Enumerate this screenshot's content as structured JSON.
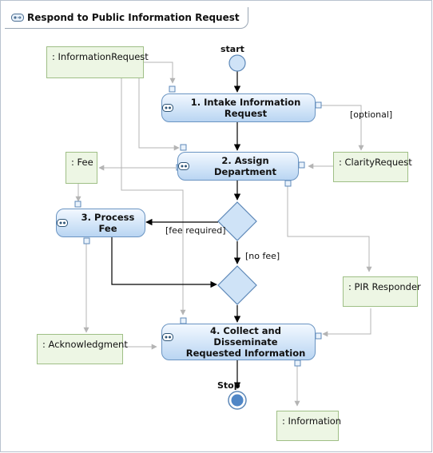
{
  "diagram": {
    "title": "Respond to Public Information Request",
    "start_label": "start",
    "stop_label": "Stop",
    "actions": {
      "intake": "1. Intake Information Request",
      "assign": "2. Assign Department",
      "fee": "3. Process Fee",
      "collect_line1": "4. Collect and Disseminate",
      "collect_line2": "Requested Information"
    },
    "objects": {
      "information_request": ": InformationRequest",
      "fee": ": Fee",
      "clarity_request": ": ClarityRequest",
      "pir_responder": ": PIR Responder",
      "acknowledgment": ": Acknowledgment",
      "information": ": Information"
    },
    "guards": {
      "optional": "[optional]",
      "fee_required": "[fee required]",
      "no_fee": "[no fee]"
    },
    "colors": {
      "action_fill_top": "#f2f8ff",
      "action_fill_bottom": "#b9d5f2",
      "action_border": "#6a94c2",
      "object_fill": "#edf6e4",
      "object_border": "#9fbf86",
      "control_flow": "#000000",
      "object_flow": "#b4b4b4"
    }
  }
}
